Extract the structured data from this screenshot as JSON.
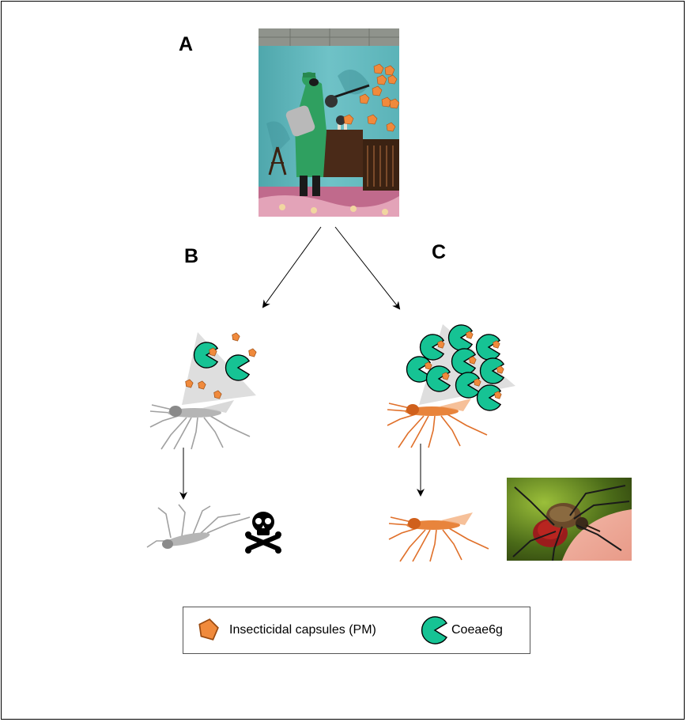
{
  "panels": {
    "a": "A",
    "b": "B",
    "c": "C"
  },
  "legend": {
    "capsule_label": "Insecticidal capsules (PM)",
    "enzyme_label": "Coeae6g"
  },
  "colors": {
    "capsule": "#f08a3c",
    "enzyme": "#16c394",
    "resistant_mosquito": "#e0702a",
    "susceptible_mosquito": "#a8a8a8"
  },
  "icons": {
    "death": "skull-crossbones-icon"
  }
}
